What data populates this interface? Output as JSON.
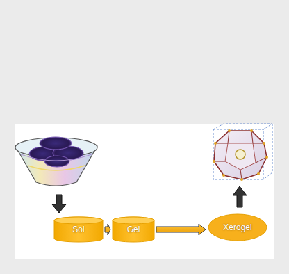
{
  "diagram": {
    "nodes": [
      {
        "text": [
          "Sol"
        ]
      },
      {
        "text": [
          "Gel"
        ]
      },
      {
        "text": [
          "Xerogel"
        ]
      }
    ],
    "edges": [
      {
        "from": 0,
        "to": 1,
        "arrow": "to"
      },
      {
        "from": 1,
        "to": 2,
        "arrow": "to"
      }
    ]
  }
}
